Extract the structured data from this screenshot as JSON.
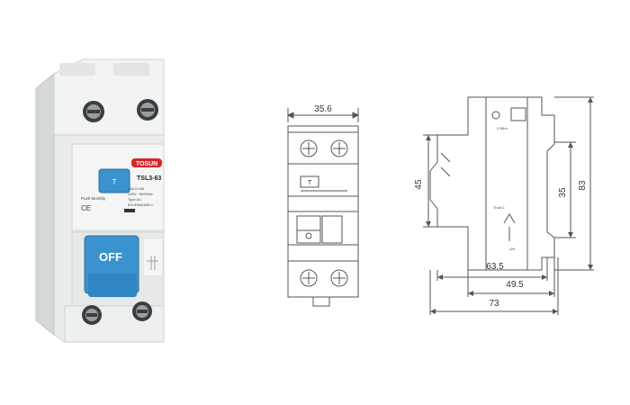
{
  "product": {
    "brand": "TOSUN",
    "model": "TSL3-63",
    "spec_line_1": "63A  0.03A",
    "spec_line_2": "230V~  50/60Hz",
    "spec_line_3": "Type AC",
    "spec_line_4": "IEC/EN61008-1",
    "push_label": "Push Monthly",
    "test_button_label": "T",
    "toggle_label": "OFF",
    "ce_mark": "CE"
  },
  "front_drawing": {
    "width_dim": "35.6",
    "test_symbol": "T"
  },
  "side_drawing": {
    "dims": {
      "height_45": "45",
      "height_35": "35",
      "height_83": "83",
      "depth_63_5": "63.5",
      "depth_49_5": "49.5",
      "depth_73": "73"
    },
    "callout_top": "2.5Nm",
    "callout_mid": "Trout 2",
    "callout_bottom": "LIN"
  },
  "colors": {
    "housing": "#eceeee",
    "housing_shadow": "#c9cccd",
    "accent_blue": "#3a93cf",
    "brand_red": "#d7262b",
    "line": "#555555"
  }
}
